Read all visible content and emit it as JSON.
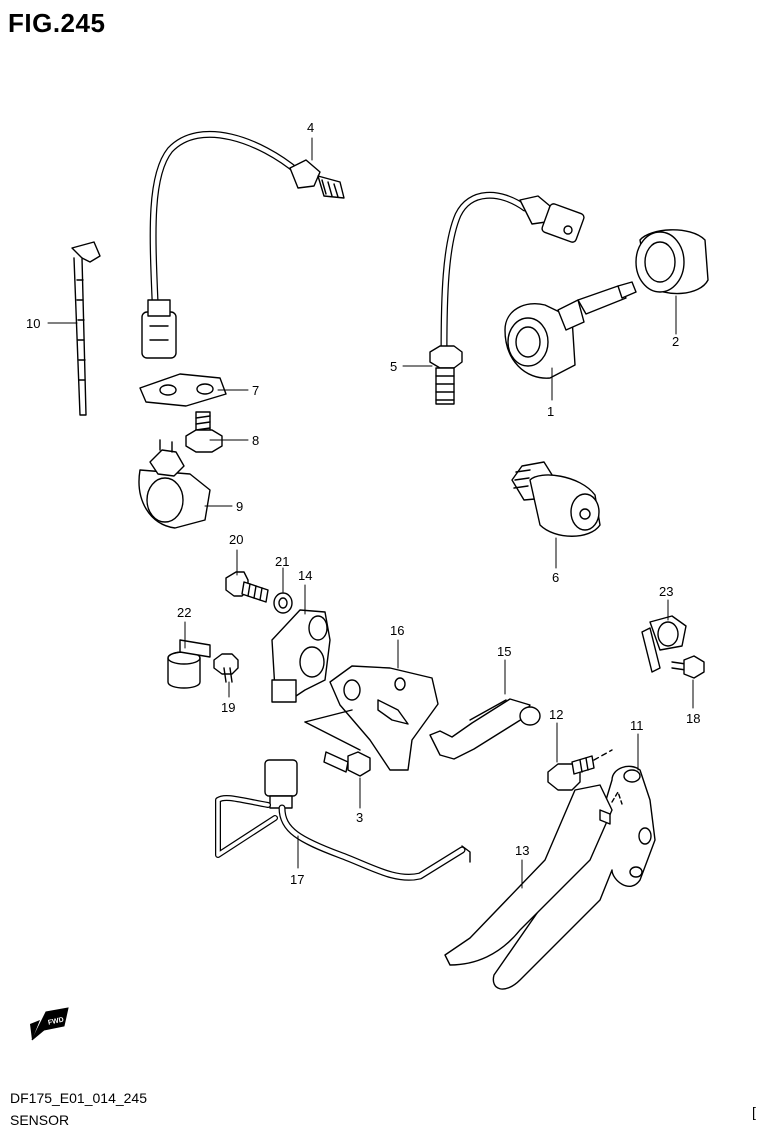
{
  "figure": {
    "title": "FIG.245",
    "code": "DF175_E01_014_245",
    "name": "SENSOR",
    "corner_mark": "["
  },
  "direction_badge": {
    "text": "FWD",
    "icon": "forward-arrow-icon"
  },
  "callouts": [
    "1",
    "2",
    "3",
    "4",
    "5",
    "6",
    "7",
    "8",
    "9",
    "10",
    "11",
    "12",
    "13",
    "14",
    "15",
    "16",
    "17",
    "18",
    "19",
    "20",
    "21",
    "22",
    "23"
  ]
}
